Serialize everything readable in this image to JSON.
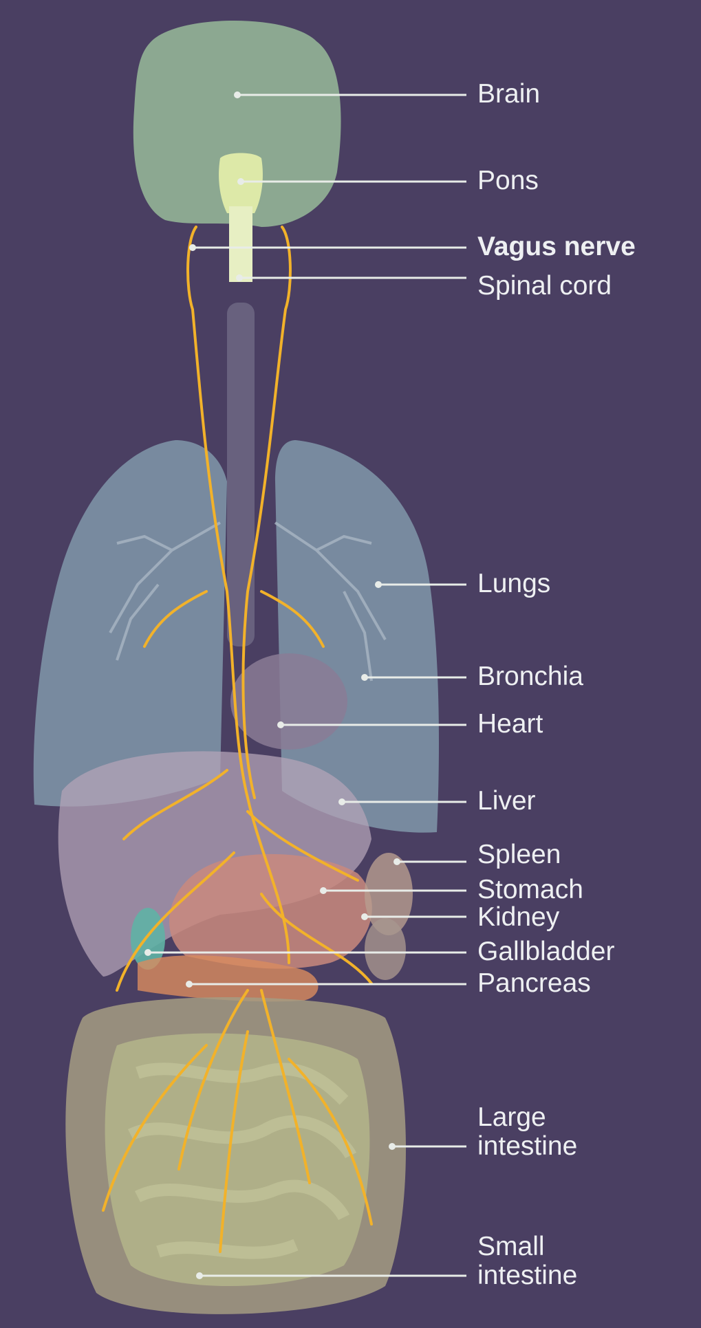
{
  "diagram": {
    "colors": {
      "background": "#4a3f62",
      "label_text": "#eef0f2",
      "leader_line": "#e8ece8",
      "nerve": "#f2b22a",
      "brain": "#8fae94",
      "pons": "#dde9a8",
      "lungs": "#7d92a6",
      "liver": "#b3a3b7",
      "stomach": "#c98a7e",
      "intestines": "#b1b38a"
    },
    "labels": [
      {
        "id": "brain",
        "text": "Brain",
        "emphasis": false
      },
      {
        "id": "pons",
        "text": "Pons",
        "emphasis": false
      },
      {
        "id": "vagus",
        "text": "Vagus nerve",
        "emphasis": true
      },
      {
        "id": "spinal",
        "text": "Spinal cord",
        "emphasis": false
      },
      {
        "id": "lungs",
        "text": "Lungs",
        "emphasis": false
      },
      {
        "id": "bronchia",
        "text": "Bronchia",
        "emphasis": false
      },
      {
        "id": "heart",
        "text": "Heart",
        "emphasis": false
      },
      {
        "id": "liver",
        "text": "Liver",
        "emphasis": false
      },
      {
        "id": "spleen",
        "text": "Spleen",
        "emphasis": false
      },
      {
        "id": "stomach",
        "text": "Stomach",
        "emphasis": false
      },
      {
        "id": "kidney",
        "text": "Kidney",
        "emphasis": false
      },
      {
        "id": "gallbladder",
        "text": "Gallbladder",
        "emphasis": false
      },
      {
        "id": "pancreas",
        "text": "Pancreas",
        "emphasis": false
      },
      {
        "id": "large_intestine",
        "text": "Large\nintestine",
        "emphasis": false
      },
      {
        "id": "small_intestine",
        "text": "Small\nintestine",
        "emphasis": false
      }
    ]
  }
}
